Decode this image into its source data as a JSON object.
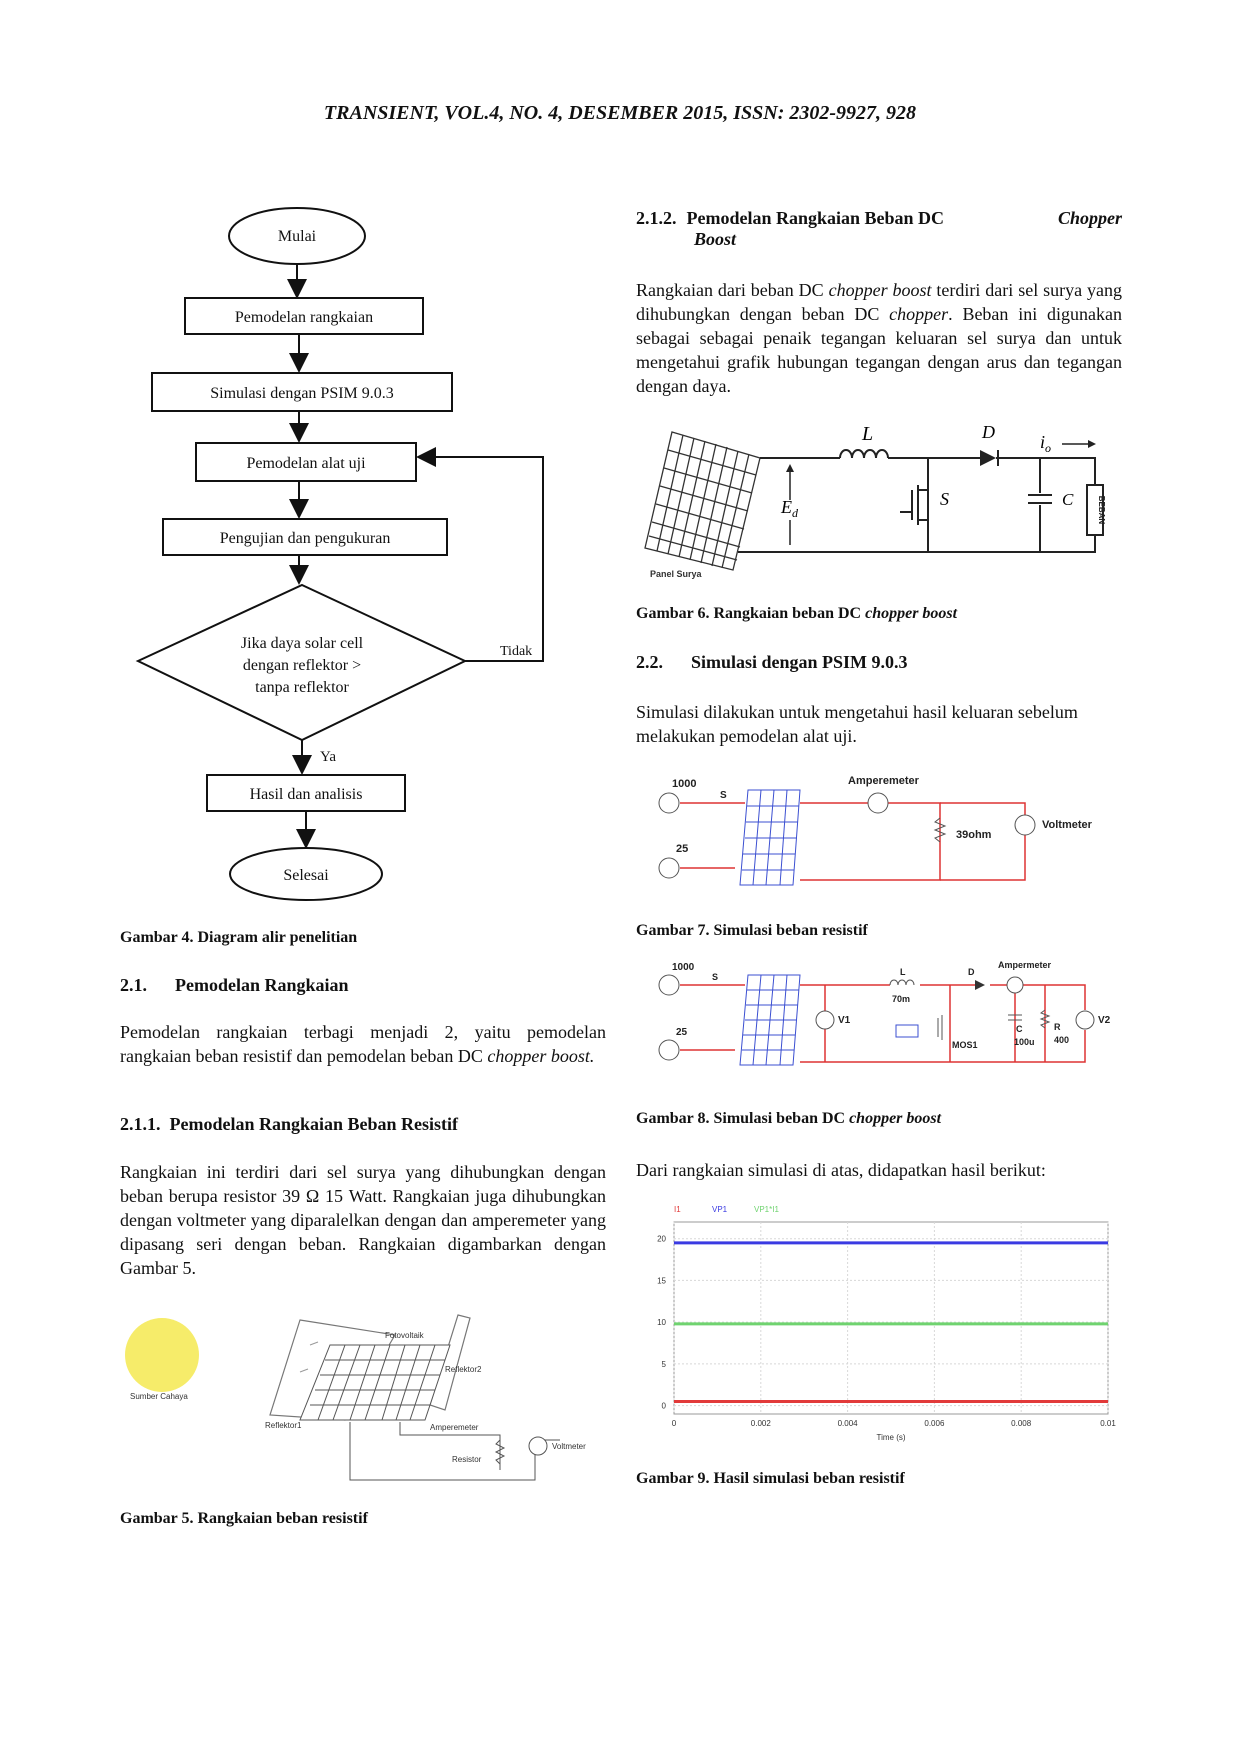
{
  "header": "TRANSIENT, VOL.4, NO. 4, DESEMBER 2015, ISSN: 2302-9927, 928",
  "flowchart": {
    "start": "Mulai",
    "step1": "Pemodelan rangkaian",
    "step2": "Simulasi dengan PSIM 9.0.3",
    "step3": "Pemodelan alat uji",
    "step4": "Pengujian dan pengukuran",
    "decision": [
      "Jika daya solar cell",
      "dengan reflektor >",
      "tanpa reflektor"
    ],
    "no_label": "Tidak",
    "yes_label": "Ya",
    "step5": "Hasil dan analisis",
    "end": "Selesai"
  },
  "left": {
    "fig4_caption": "Gambar 4. Diagram alir penelitian",
    "sec21": {
      "num": "2.1.",
      "title": "Pemodelan Rangkaian"
    },
    "p21": {
      "a": "Pemodelan rangkaian terbagi menjadi 2, yaitu pemodelan rangkaian beban resistif dan pemodelan beban DC ",
      "em": "chopper boost."
    },
    "sec211": {
      "num": "2.1.1.",
      "title": "Pemodelan Rangkaian Beban Resistif"
    },
    "p211": "Rangkaian ini terdiri dari sel surya yang dihubungkan dengan beban berupa resistor 39 Ω 15 Watt. Rangkaian juga dihubungkan dengan voltmeter yang diparalelkan dengan dan amperemeter yang dipasang seri dengan beban. Rangkaian digambarkan dengan Gambar 5.",
    "fig5_labels": {
      "sun": "Sumber Cahaya",
      "pv": "Fotovoltaik",
      "ref1": "Reflektor1",
      "ref2": "Reflektor2",
      "ammeter": "Amperemeter",
      "resistor": "Resistor",
      "voltmeter": "Voltmeter"
    },
    "fig5_caption": "Gambar 5. Rangkaian beban resistif"
  },
  "right": {
    "sec212": {
      "num": "2.1.2.",
      "title_a": "Pemodelan Rangkaian Beban DC ",
      "title_em": "Chopper",
      "title_b": "Boost"
    },
    "p212": {
      "a": "Rangkaian dari beban DC ",
      "em1": "chopper boost",
      "b": " terdiri dari sel surya yang dihubungkan dengan beban DC ",
      "em2": "chopper",
      "c": ". Beban ini digunakan sebagai sebagai penaik tegangan keluaran sel surya dan untuk mengetahui grafik hubungan tegangan dengan arus dan tegangan dengan daya."
    },
    "fig6_labels": {
      "L": "L",
      "D": "D",
      "io": "i",
      "io_sub": "o",
      "S": "S",
      "C": "C",
      "Ed": "E",
      "Ed_sub": "d",
      "beban": "BEBAN",
      "panel": "Panel Surya"
    },
    "fig6_caption": {
      "a": "Gambar 6. Rangkaian beban DC ",
      "em": "chopper boost"
    },
    "sec22": {
      "num": "2.2.",
      "title": "Simulasi dengan PSIM 9.0.3"
    },
    "p22": "Simulasi dilakukan untuk mengetahui hasil keluaran sebelum melakukan pemodelan alat uji.",
    "fig7_labels": {
      "v1000": "1000",
      "s": "S",
      "v25": "25",
      "amp": "Amperemeter",
      "res": "39ohm",
      "volt": "Voltmeter"
    },
    "fig7_caption": "Gambar 7. Simulasi beban resistif",
    "fig8_labels": {
      "v1000": "1000",
      "s": "S",
      "v25": "25",
      "V1": "V1",
      "L": "L",
      "L_val": "70m",
      "D": "D",
      "amp": "Ampermeter",
      "C": "C",
      "C_val": "100u",
      "R": "R",
      "R_val": "400",
      "V2": "V2",
      "mos": "MOS1"
    },
    "fig8_caption": {
      "a": "Gambar 8. Simulasi beban DC ",
      "em": "chopper boost"
    },
    "p_result": "Dari rangkaian simulasi di atas, didapatkan hasil berikut:",
    "fig9_caption": "Gambar 9. Hasil simulasi beban resistif"
  },
  "chart_data": {
    "type": "line",
    "legend": [
      "I1",
      "VP1",
      "VP1*I1"
    ],
    "xlabel": "Time (s)",
    "x_ticks": [
      "0",
      "0.002",
      "0.004",
      "0.006",
      "0.008",
      "0.01"
    ],
    "y_ticks": [
      "0",
      "5",
      "10",
      "15",
      "20"
    ],
    "xlim": [
      0,
      0.01
    ],
    "ylim": [
      -1,
      22
    ],
    "series": [
      {
        "name": "I1",
        "color": "#e23a3a",
        "x": [
          0,
          0.01
        ],
        "y": [
          0.5,
          0.5
        ]
      },
      {
        "name": "VP1",
        "color": "#3a3ae2",
        "x": [
          0,
          0.01
        ],
        "y": [
          19.5,
          19.5
        ]
      },
      {
        "name": "VP1*I1",
        "color": "#6fd36f",
        "x": [
          0,
          0.01
        ],
        "y": [
          9.8,
          9.8
        ]
      }
    ]
  }
}
